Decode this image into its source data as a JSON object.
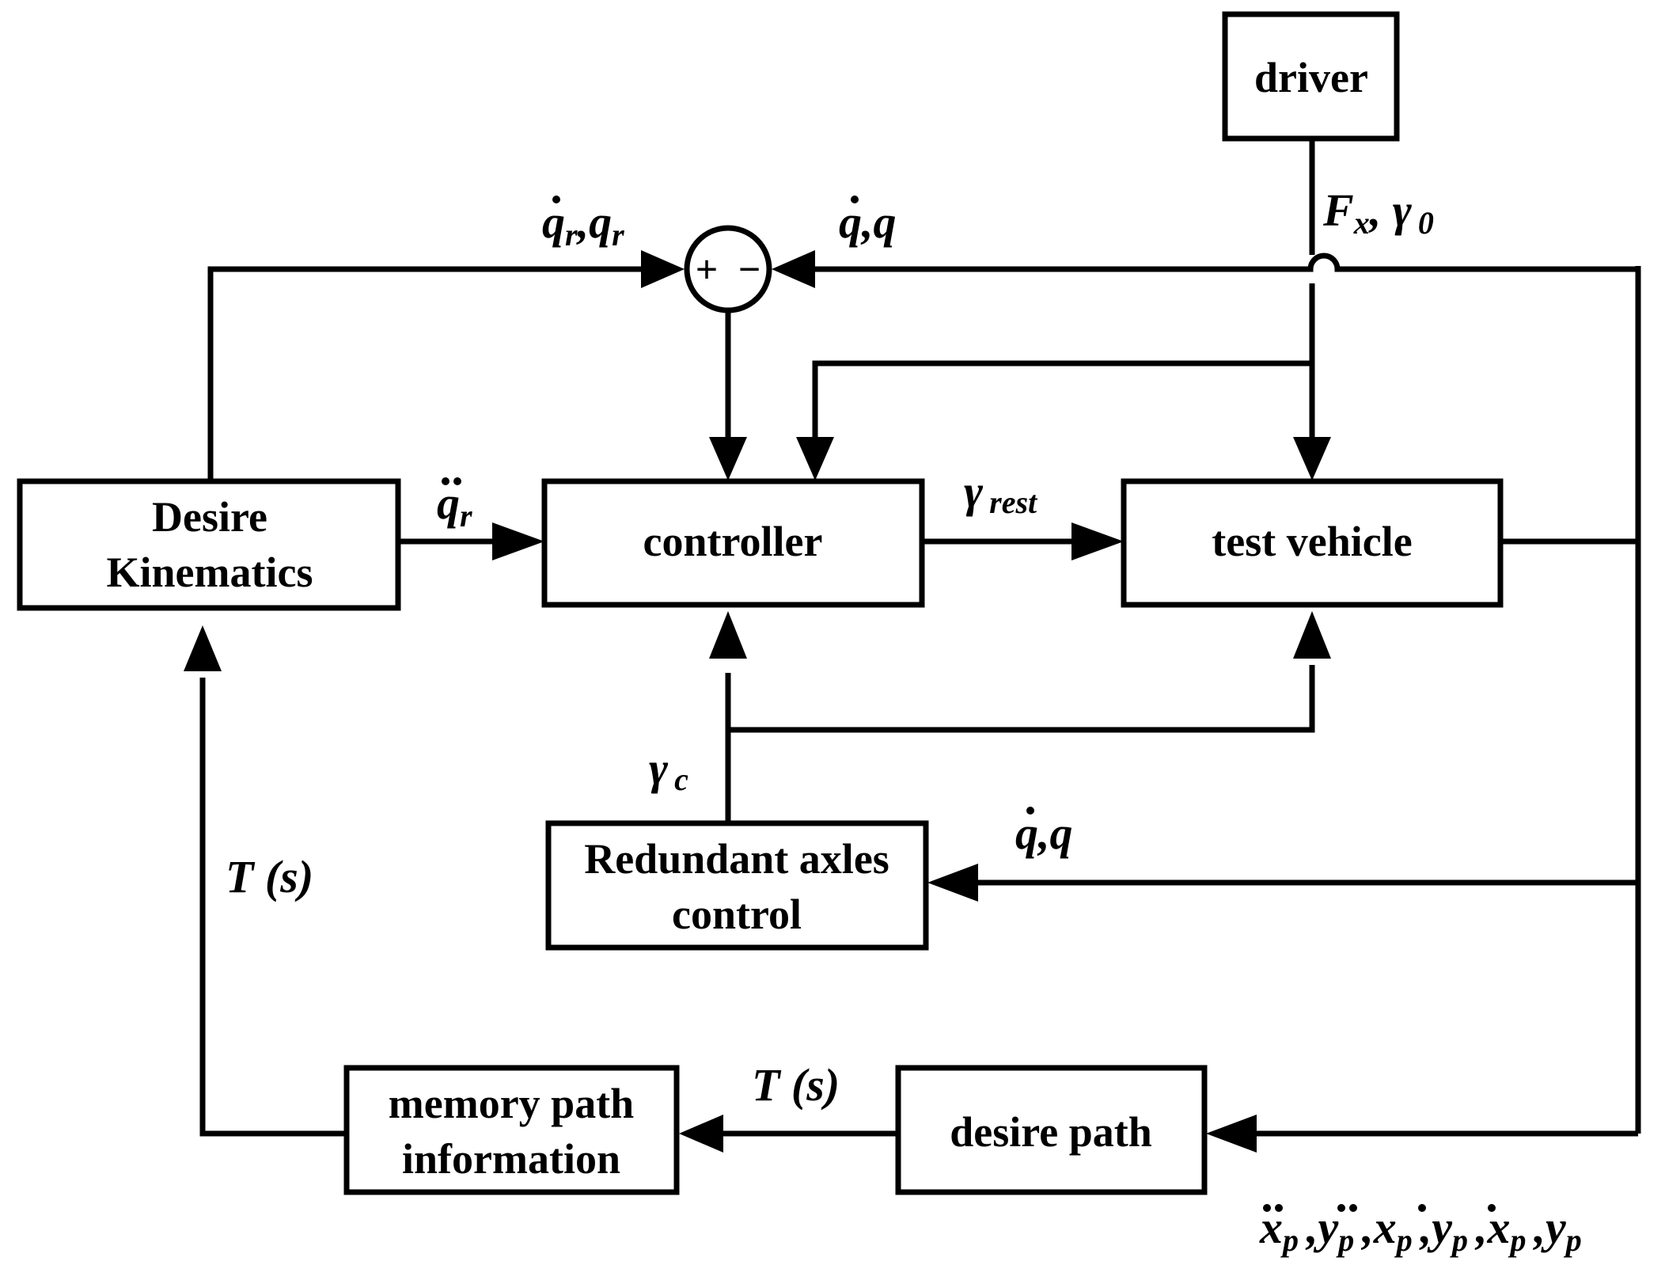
{
  "blocks": {
    "driver": "driver",
    "desire_kinematics": [
      "Desire",
      "Kinematics"
    ],
    "controller": "controller",
    "test_vehicle": "test vehicle",
    "redundant_axles_control": [
      "Redundant axles",
      "control"
    ],
    "memory_path_information": [
      "memory path",
      "information"
    ],
    "desire_path": "desire path"
  },
  "summing_junction": {
    "plus": "+",
    "minus": "−"
  },
  "signals": {
    "qr_dot_qr": {
      "sym1": "q",
      "sub1": "r",
      "sep": ",",
      "sym2": "q",
      "sub2": "r"
    },
    "q_dot_q_top": "q,q",
    "fx_gamma0": {
      "sym1": "F",
      "sub1": "x",
      "sep": ", ",
      "sym2": "γ",
      "sub2": "0"
    },
    "qr_ddot": {
      "sym": "q",
      "sub": "r"
    },
    "gamma_rest": {
      "sym": "γ",
      "sub": "rest"
    },
    "gamma_c": {
      "sym": "γ",
      "sub": "c"
    },
    "q_dot_q_mid": "q,q",
    "ts_left": "T (s)",
    "ts_bottom": "T (s)",
    "xy_terms": [
      {
        "sym": "x",
        "sub": "p"
      },
      {
        "sym": "y",
        "sub": "p"
      },
      {
        "sym": "x",
        "sub": "p"
      },
      {
        "sym": "y",
        "sub": "p"
      },
      {
        "sym": "x",
        "sub": "p"
      },
      {
        "sym": "y",
        "sub": "p"
      }
    ],
    "xy_sep": ","
  }
}
